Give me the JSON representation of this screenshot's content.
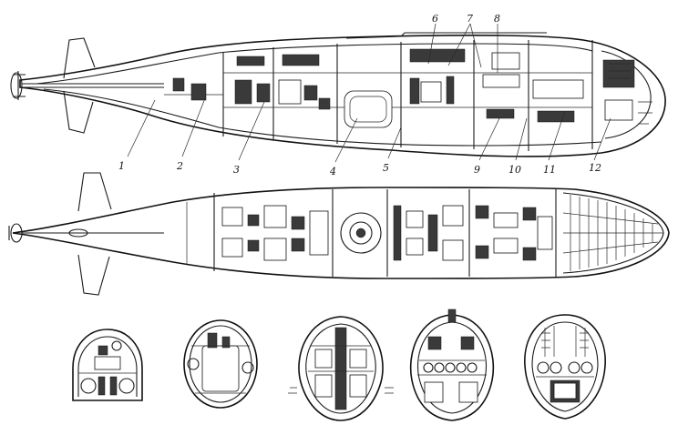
{
  "diagram": {
    "type": "technical-cutaway",
    "views": [
      "side-section",
      "plan-section",
      "cross-sections"
    ],
    "callouts": [
      {
        "id": 1,
        "label": "1"
      },
      {
        "id": 2,
        "label": "2"
      },
      {
        "id": 3,
        "label": "3"
      },
      {
        "id": 4,
        "label": "4"
      },
      {
        "id": 5,
        "label": "5"
      },
      {
        "id": 6,
        "label": "6"
      },
      {
        "id": 7,
        "label": "7"
      },
      {
        "id": 8,
        "label": "8"
      },
      {
        "id": 9,
        "label": "9"
      },
      {
        "id": 10,
        "label": "10"
      },
      {
        "id": 11,
        "label": "11"
      },
      {
        "id": 12,
        "label": "12"
      }
    ],
    "cross_section_count": 5
  }
}
